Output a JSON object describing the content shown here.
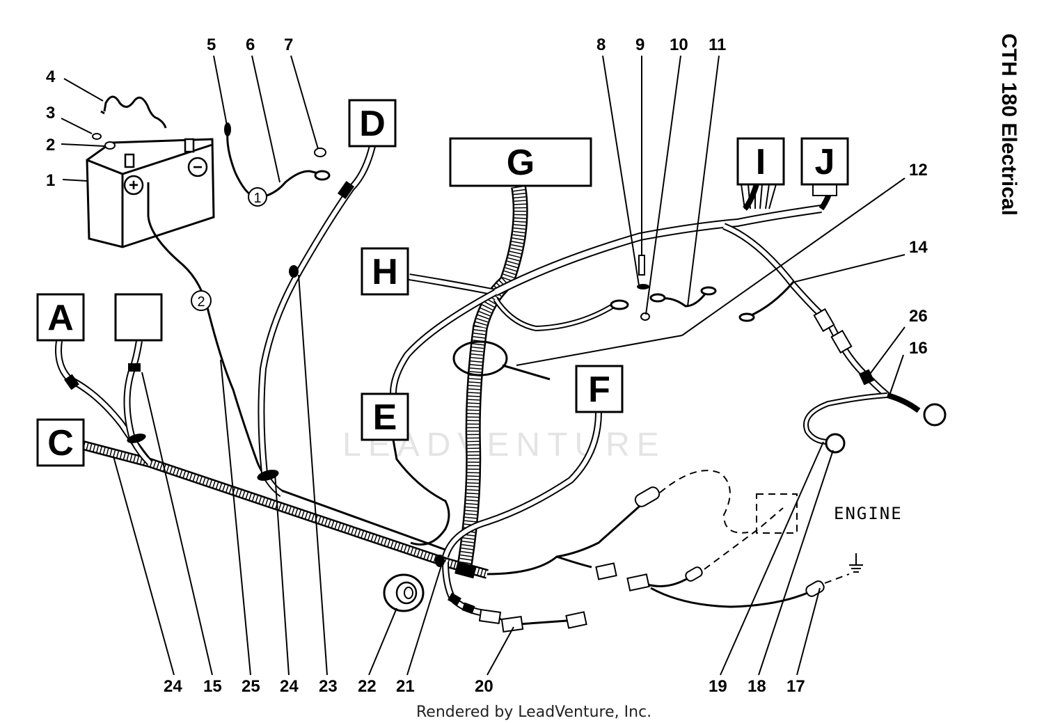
{
  "title": "CTH 180 Electrical",
  "engine_label": "ENGINE",
  "footer": "Rendered by LeadVenture, Inc.",
  "watermark": "LEADVENTURE",
  "battery_terminals": {
    "positive": "+",
    "negative": "−"
  },
  "cable_markers": [
    "1",
    "2"
  ],
  "boxes": {
    "A": "A",
    "B": "",
    "C": "C",
    "D": "D",
    "E": "E",
    "F": "F",
    "G": "G",
    "H": "H",
    "I": "I",
    "J": "J"
  },
  "part_numbers": {
    "n1": "1",
    "n2": "2",
    "n3": "3",
    "n4": "4",
    "n5": "5",
    "n6": "6",
    "n7": "7",
    "n8": "8",
    "n9": "9",
    "n10": "10",
    "n11": "11",
    "n12": "12",
    "n14": "14",
    "n26": "26",
    "n16": "16",
    "b24a": "24",
    "b15": "15",
    "b25": "25",
    "b24b": "24",
    "b23": "23",
    "b22": "22",
    "b21": "21",
    "b20": "20",
    "b19": "19",
    "b18": "18",
    "b17": "17"
  }
}
